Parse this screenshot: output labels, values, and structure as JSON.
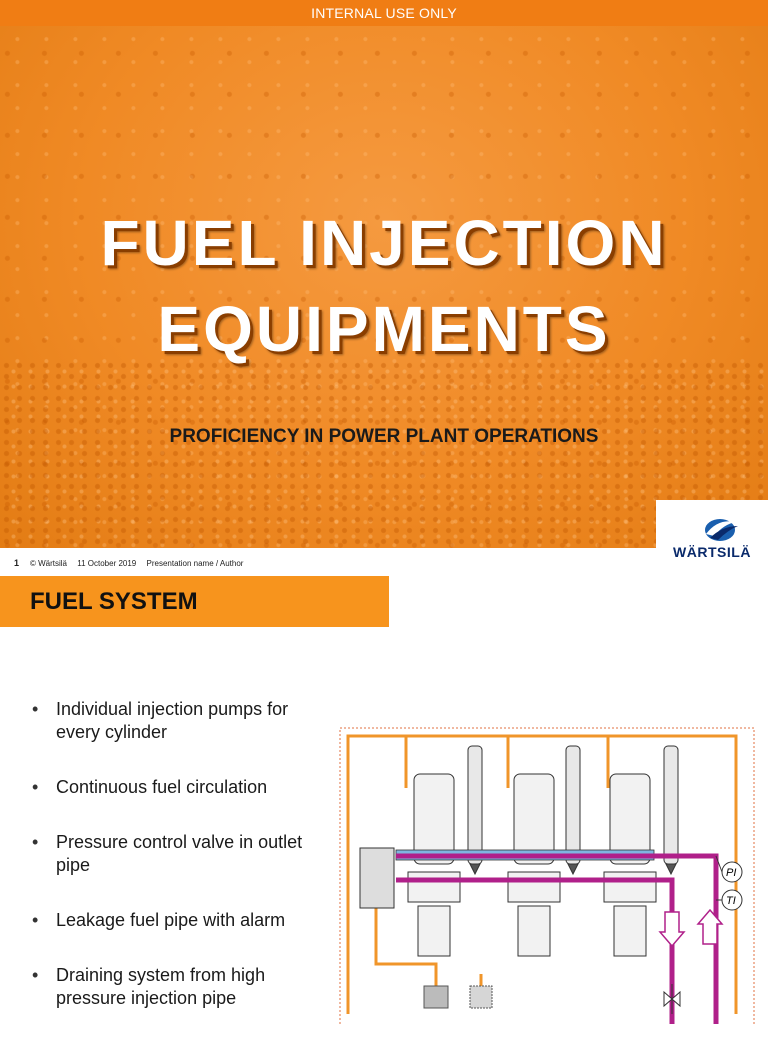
{
  "slide1": {
    "banner": "INTERNAL USE ONLY",
    "title_line1": "FUEL INJECTION",
    "title_line2": "EQUIPMENTS",
    "subtitle": "PROFICIENCY IN POWER PLANT OPERATIONS",
    "logo_text": "WÄRTSILÄ",
    "footer": {
      "page_number": "1",
      "copyright": "© Wärtsilä",
      "date": "11 October 2019",
      "presentation": "Presentation name / Author"
    }
  },
  "slide2": {
    "section_title": "FUEL SYSTEM",
    "bullets": [
      "Individual injection pumps for every cylinder",
      "Continuous fuel circulation",
      "Pressure control valve in outlet pipe",
      "Leakage fuel pipe with alarm",
      "Draining system from high pressure injection pipe"
    ],
    "diagram": {
      "gauge_pressure": "PI",
      "gauge_temperature": "TI"
    }
  },
  "colors": {
    "orange_main": "#f08a25",
    "orange_bar": "#f7941d",
    "pipe_magenta": "#b0208a",
    "pipe_orange": "#f0952a",
    "logo_blue": "#0a2a6b"
  }
}
